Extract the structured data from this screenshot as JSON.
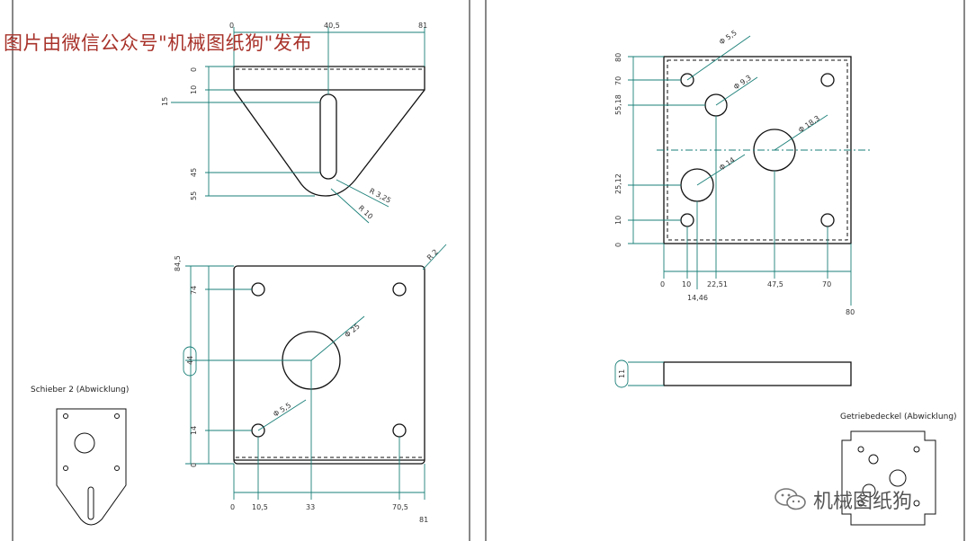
{
  "watermark": "图片由微信公众号\"机械图纸狗\"发布",
  "brand": {
    "name": "机械图纸狗",
    "icon": "wechat-icon"
  },
  "left_sheet": {
    "top_part": {
      "x_dims": [
        "0",
        "40,5",
        "81"
      ],
      "y_dims": [
        "0",
        "10",
        "15",
        "45",
        "55"
      ],
      "radii": [
        "R 3,25",
        "R 10"
      ]
    },
    "plate": {
      "x_dims": [
        "0",
        "10,5",
        "33",
        "70,5",
        "81"
      ],
      "y_dims": [
        "84,5",
        "74",
        "44",
        "14",
        "0"
      ],
      "corner_radius": "R 2",
      "big_hole": "Φ 25",
      "small_hole": "Φ 5,5"
    },
    "flat_pattern_title": "Schieber 2 (Abwicklung)"
  },
  "right_sheet": {
    "plate": {
      "x_dims": [
        "0",
        "10",
        "22,51",
        "47,5",
        "70",
        "14,46",
        "80"
      ],
      "y_dims": [
        "80",
        "70",
        "55,18",
        "25,12",
        "10",
        "0"
      ],
      "holes": [
        "Φ 5,5",
        "Φ 9,3",
        "Φ 18,3",
        "Φ 14"
      ]
    },
    "side_view": {
      "thickness": "11"
    },
    "flat_pattern_title": "Getriebedeckel (Abwicklung)"
  },
  "colors": {
    "dimension": "#1a7f78",
    "watermark": "#a8322a",
    "outline": "#111111"
  }
}
